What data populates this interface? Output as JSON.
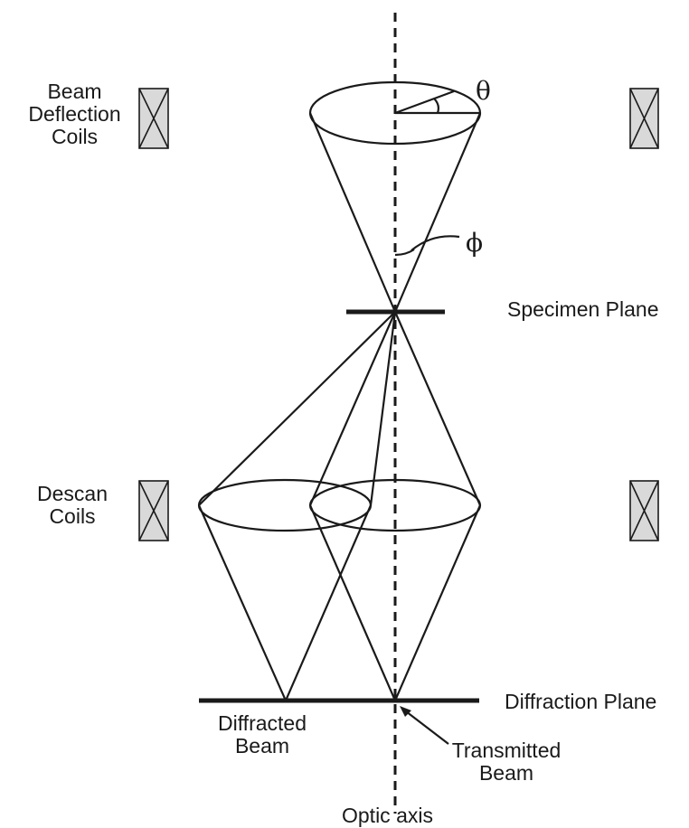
{
  "labels": {
    "beam_deflection_coils": [
      "Beam",
      "Deflection",
      "Coils"
    ],
    "theta": "θ",
    "phi": "ϕ",
    "specimen_plane": "Specimen Plane",
    "descan_coils": [
      "Descan",
      "Coils"
    ],
    "diffraction_plane": "Diffraction Plane",
    "diffracted_beam": [
      "Diffracted",
      "Beam"
    ],
    "transmitted_beam": [
      "Transmitted",
      "Beam"
    ],
    "optic_axis": "Optic axis"
  },
  "colors": {
    "line": "#1a1a1a",
    "coil_fill": "#d9d9d9"
  }
}
